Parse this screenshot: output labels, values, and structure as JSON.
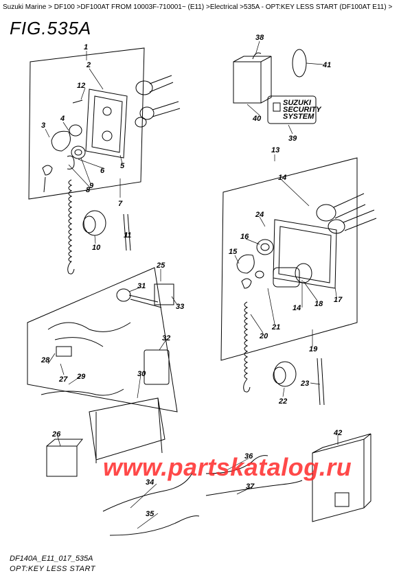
{
  "breadcrumb": "Suzuki Marine > DF100 >DF100AT FROM 10003F-710001~ (E11) >Electrical >535A - OPT:KEY LESS START (DF100AT E11) >",
  "figure_title": "FIG.535A",
  "footer_code": "DF140A_E11_017_535A",
  "footer_caption": "OPT:KEY LESS START",
  "watermark": "www.partskatalog.ru",
  "label_box": [
    "SUZUKI",
    "SECURITY",
    "SYSTEM"
  ],
  "callouts": [
    "1",
    "2",
    "3",
    "4",
    "5",
    "6",
    "7",
    "8",
    "9",
    "10",
    "11",
    "12",
    "13",
    "14",
    "15",
    "16",
    "17",
    "18",
    "19",
    "20",
    "21",
    "22",
    "23",
    "24",
    "25",
    "26",
    "27",
    "28",
    "29",
    "30",
    "31",
    "32",
    "33",
    "34",
    "35",
    "36",
    "37",
    "38",
    "39",
    "40",
    "41",
    "42",
    "14"
  ]
}
